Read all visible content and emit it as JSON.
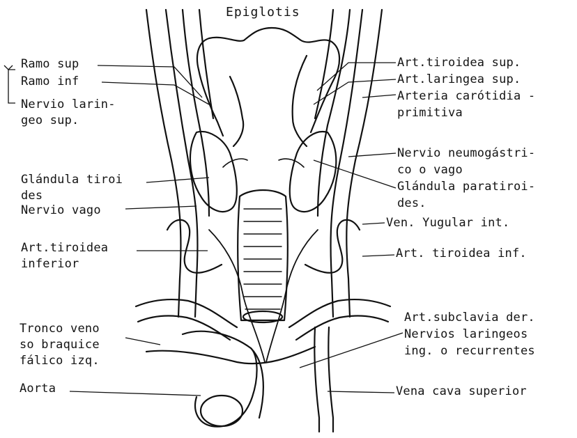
{
  "title": "Epiglotis",
  "left_labels": {
    "ramo_sup": "Ramo  sup",
    "ramo_inf": "Ramo  inf",
    "nervio_laringeo_1": "Nervio larin-",
    "nervio_laringeo_2": "geo sup.",
    "glandula_tiroides_1": "Glándula tiroi",
    "glandula_tiroides_2": "des",
    "nervio_vago": "Nervio vago",
    "art_tiroidea_inf_1": "Art.tiroidea",
    "art_tiroidea_inf_2": "inferior",
    "tronco_1": "Tronco veno",
    "tronco_2": "so braquice",
    "tronco_3": "fálico izq.",
    "aorta": "Aorta"
  },
  "right_labels": {
    "art_tiroidea_sup": "Art.tiroidea sup.",
    "art_laringea_sup": "Art.laringea sup.",
    "arteria_carotidia_1": "Arteria carótidia -",
    "arteria_carotidia_2": "primitiva",
    "nervio_neumogastrico_1": "Nervio neumogástri-",
    "nervio_neumogastrico_2": "co o vago",
    "glandula_paratiroides_1": "Glándula paratiroi-",
    "glandula_paratiroides_2": "des.",
    "ven_yugular": "Ven. Yugular int.",
    "art_tiroidea_inf_der": "Art. tiroidea inf.",
    "art_subclavia": "Art.subclavia der.",
    "nervios_laringeos_1": "Nervios laringeos",
    "nervios_laringeos_2": "ing. o recurrentes",
    "vena_cava": "Vena cava superior"
  }
}
